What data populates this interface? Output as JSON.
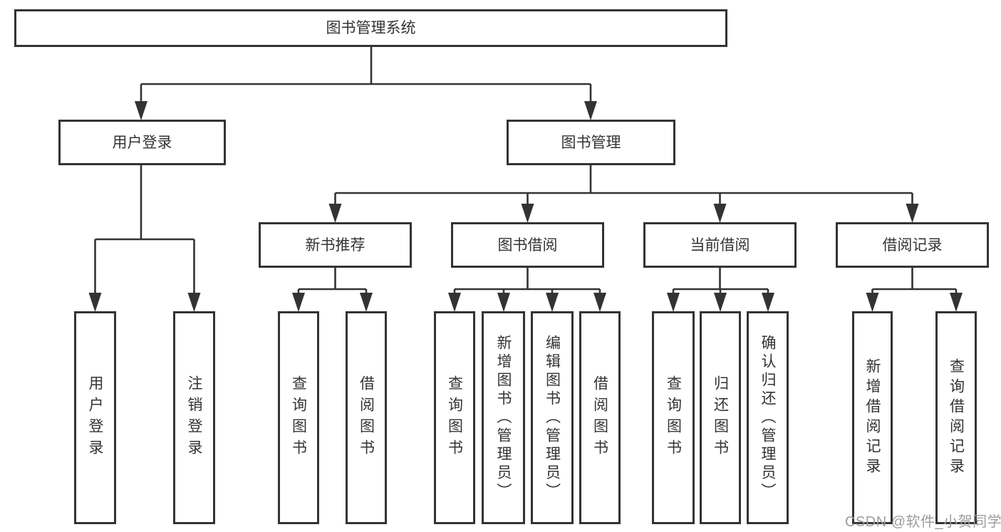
{
  "diagram": {
    "root": {
      "label": "图书管理系统"
    },
    "level2": [
      {
        "id": "user-login",
        "label": "用户登录"
      },
      {
        "id": "book-management",
        "label": "图书管理"
      }
    ],
    "level3": [
      {
        "id": "new-book-recommend",
        "label": "新书推荐"
      },
      {
        "id": "book-borrow",
        "label": "图书借阅"
      },
      {
        "id": "current-borrow",
        "label": "当前借阅"
      },
      {
        "id": "borrow-records",
        "label": "借阅记录"
      }
    ],
    "leaves": [
      {
        "id": "user-login-leaf",
        "label": "用户登录"
      },
      {
        "id": "logout",
        "label": "注销登录"
      },
      {
        "id": "query-book-1",
        "label": "查询图书"
      },
      {
        "id": "borrow-book-1",
        "label": "借阅图书"
      },
      {
        "id": "query-book-2",
        "label": "查询图书"
      },
      {
        "id": "add-book-admin",
        "label": "新增图书（管理员）"
      },
      {
        "id": "edit-book-admin",
        "label": "编辑图书（管理员）"
      },
      {
        "id": "borrow-book-2",
        "label": "借阅图书"
      },
      {
        "id": "query-book-3",
        "label": "查询图书"
      },
      {
        "id": "return-book",
        "label": "归还图书"
      },
      {
        "id": "confirm-return-admin",
        "label": "确认归还（管理员）"
      },
      {
        "id": "add-borrow-record",
        "label": "新增借阅记录"
      },
      {
        "id": "query-borrow-record",
        "label": "查询借阅记录"
      }
    ],
    "colors": {
      "line": "#333333",
      "box_border": "#333333",
      "text": "#333333",
      "watermark_text": "#9c9c9c",
      "background": "#ffffff"
    }
  },
  "watermark": {
    "label": "CSDN @软件_小贺同学"
  }
}
